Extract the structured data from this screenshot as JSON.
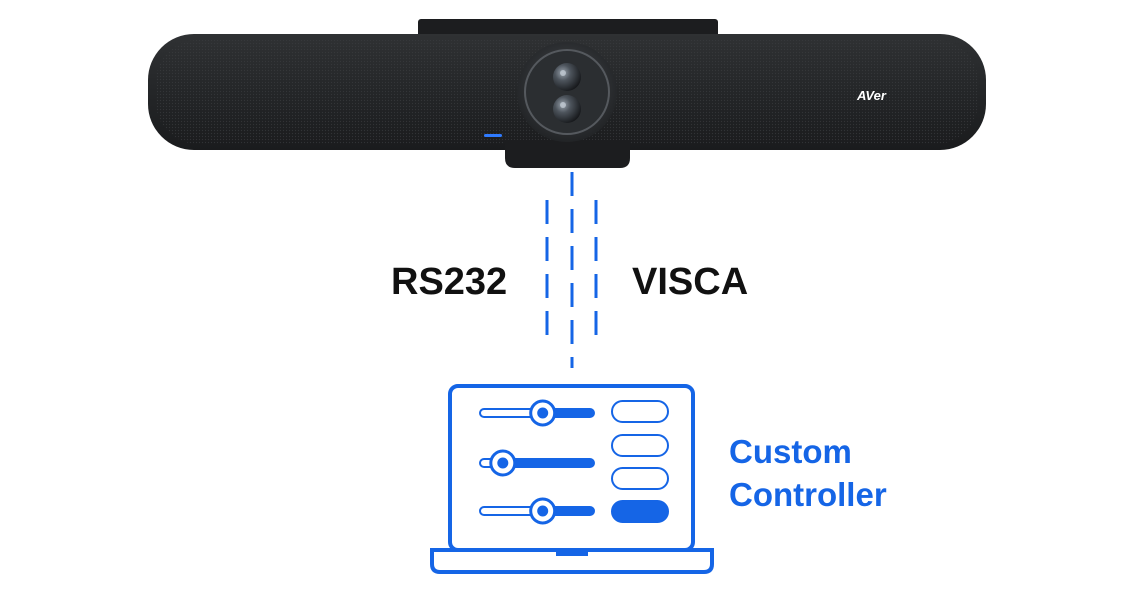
{
  "device": {
    "brand": "AVer"
  },
  "connection": {
    "left_label": "RS232",
    "right_label": "VISCA"
  },
  "controller": {
    "label_line1": "Custom",
    "label_line2": "Controller",
    "sliders": [
      {
        "name": "slider-1",
        "level": 0.55
      },
      {
        "name": "slider-2",
        "level": 0.2
      },
      {
        "name": "slider-3",
        "level": 0.55
      }
    ],
    "buttons": [
      {
        "name": "preset-button-1",
        "active": false
      },
      {
        "name": "preset-button-2",
        "active": false
      },
      {
        "name": "preset-button-3",
        "active": false
      },
      {
        "name": "preset-button-4",
        "active": true
      }
    ]
  },
  "colors": {
    "accent": "#1565e6",
    "device_body": "#232527",
    "text_dark": "#111111",
    "indicator": "#2f7bff"
  }
}
